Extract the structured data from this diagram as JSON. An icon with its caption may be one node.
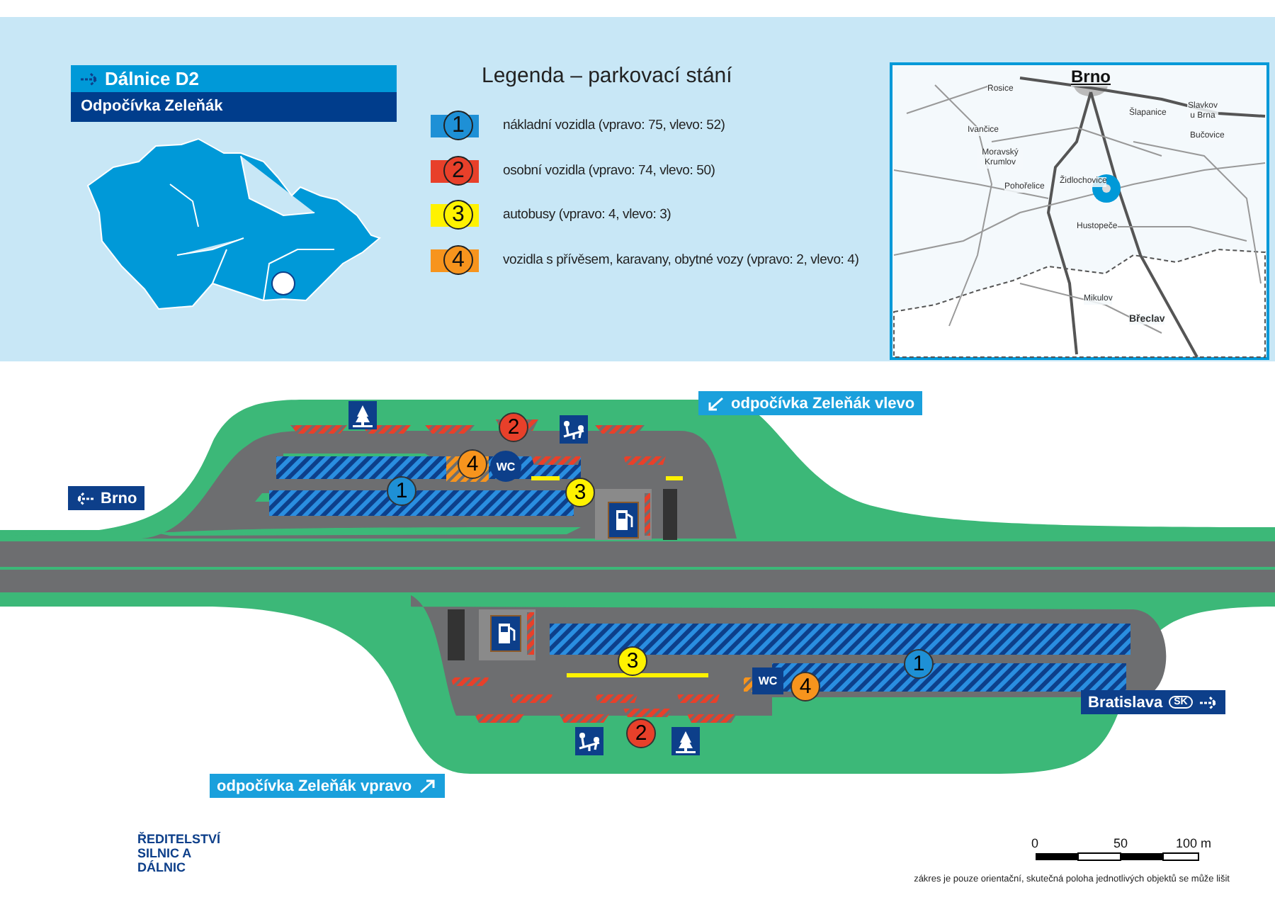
{
  "diagram": {
    "title": "Dálnice D2",
    "labels": [
      "Odpočívka Zeleňák",
      "Legenda – parkovací stání",
      "1",
      "2",
      "3",
      "4",
      "Brno",
      "Rosice",
      "Šlapanice",
      "Slavkov u Brna",
      "Ivančice",
      "Bučovice",
      "Moravský Krumlov",
      "Židlochovice",
      "Pohořelice",
      "Hustopeče",
      "Mikulov",
      "Břeclav",
      "odpočívka Zeleňák vlevo",
      "2",
      "4",
      "WC",
      "Brno",
      "1",
      "3",
      "3",
      "WC",
      "4",
      "1",
      "Bratislava",
      "SK",
      "2",
      "odpočívka Zeleňák vpravo",
      "ŘEDITELSTVÍ SILNIC A DÁLNIC",
      "0",
      "50",
      "100 m",
      "zákres je pouze orientační, skutečná poloha jednotlivých objektů se může lišit"
    ],
    "legend": [
      {
        "text": "nákladní vozidla (vpravo: 75, vlevo: 52)",
        "color": "#1e90d6"
      },
      {
        "text": "osobní vozidla (vpravo: 74, vlevo: 50)",
        "color": "#e8402a"
      },
      {
        "text": "autobusy (vpravo: 4, vlevo: 3)",
        "color": "#fff200"
      },
      {
        "text": "vozidla s přívěsem, karavany, obytné vozy (vpravo: 2, vlevo: 4)",
        "color": "#f7941d"
      }
    ]
  }
}
